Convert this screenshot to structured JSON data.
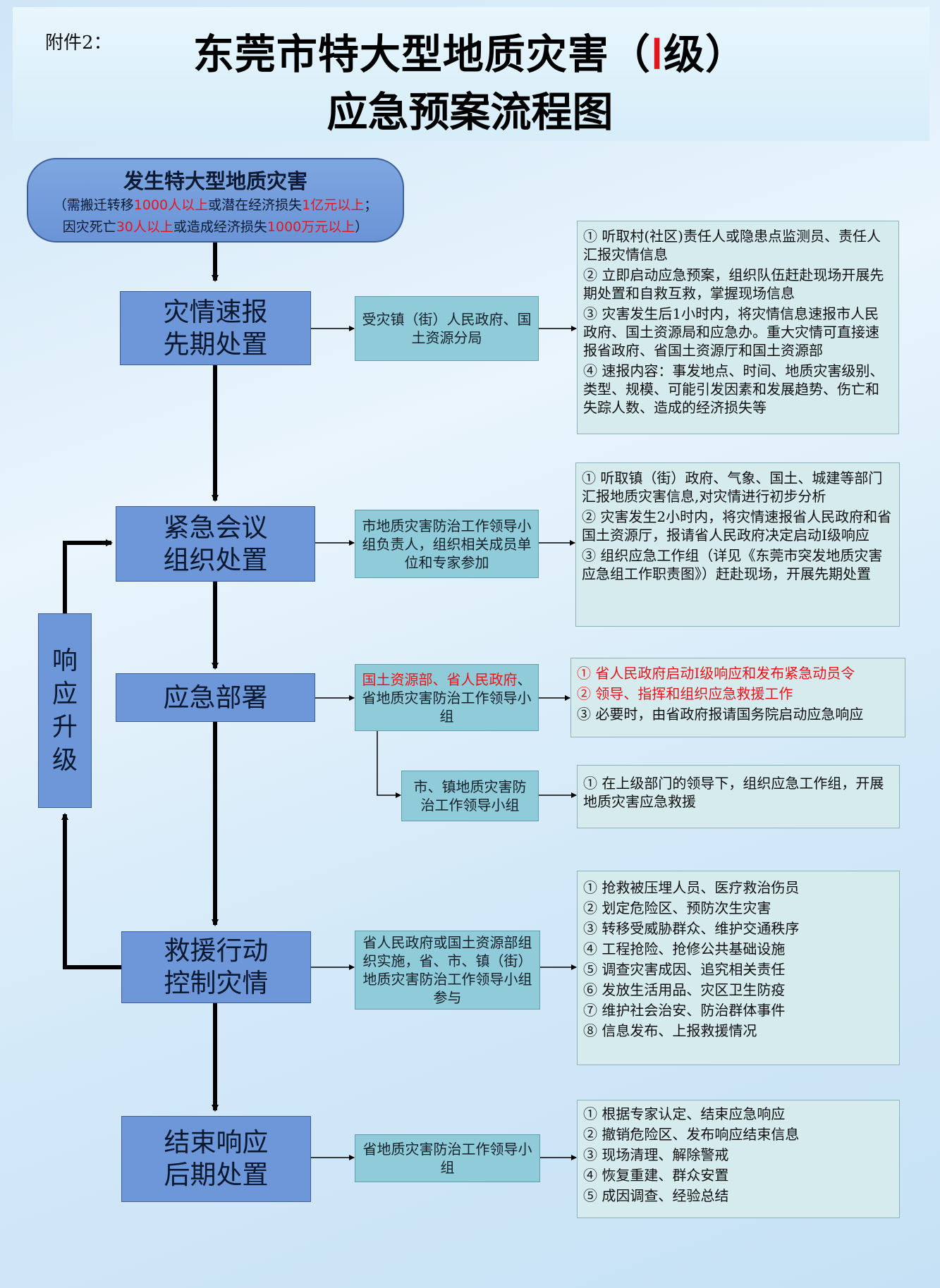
{
  "header": {
    "attachment": "附件2：",
    "title_line1_pre": "东莞市特大型地质灾害（",
    "title_line1_red": "Ⅰ",
    "title_line1_post": "级）",
    "title_line2": "应急预案流程图"
  },
  "start": {
    "title": "发生特大型地质灾害",
    "l1a": "（需搬迁转移",
    "l1b": "1000人以上",
    "l1c": "或潜在经济损失",
    "l1d": "1亿元以上",
    "l1e": "；",
    "l2a": "因灾死亡",
    "l2b": "30人以上",
    "l2c": "或造成经济损失",
    "l2d": "1000万元以上",
    "l2e": "）"
  },
  "steps": [
    {
      "label": "灾情速报\n先期处置"
    },
    {
      "label": "紧急会议\n组织处置"
    },
    {
      "label": "应急部署"
    },
    {
      "label": "救援行动\n控制灾情"
    },
    {
      "label": "结束响应\n后期处置"
    }
  ],
  "responders": {
    "s1": "受灾镇（街）人民政府、国土资源分局",
    "s2": "市地质灾害防治工作领导小组负责人，组织相关成员单位和专家参加",
    "s3_red": "国土资源部、省人民政府",
    "s3_rest": "、省地质灾害防治工作领导小组",
    "s3b": "市、镇地质灾害防治工作领导小组",
    "s4": "省人民政府或国土资源部组织实施，省、市、镇（街）地质灾害防治工作领导小组参与",
    "s5": "省地质灾害防治工作领导小组"
  },
  "details": {
    "s1": [
      "① 听取村(社区)责任人或隐患点监测员、责任人汇报灾情信息",
      "② 立即启动应急预案，组织队伍赶赴现场开展先期处置和自救互救，掌握现场信息",
      "③ 灾害发生后1小时内，将灾情信息速报市人民政府、国土资源局和应急办。重大灾情可直接速报省政府、省国土资源厅和国土资源部",
      "④ 速报内容：事发地点、时间、地质灾害级别、类型、规模、可能引发因素和发展趋势、伤亡和失踪人数、造成的经济损失等"
    ],
    "s2": [
      "① 听取镇（街）政府、气象、国土、城建等部门汇报地质灾害信息,对灾情进行初步分析",
      "② 灾害发生2小时内，将灾情速报省人民政府和省国土资源厅，报请省人民政府决定启动Ⅰ级响应",
      "③ 组织应急工作组（详见《东莞市突发地质灾害应急组工作职责图》）赶赴现场，开展先期处置"
    ],
    "s3_red": [
      "① 省人民政府启动Ⅰ级响应和发布紧急动员令",
      "② 领导、指挥和组织应急救援工作"
    ],
    "s3_black": "③ 必要时，由省政府报请国务院启动应急响应",
    "s3b": [
      "① 在上级部门的领导下，组织应急工作组，开展地质灾害应急救援"
    ],
    "s4": [
      "① 抢救被压埋人员、医疗救治伤员",
      "② 划定危险区、预防次生灾害",
      "③ 转移受威胁群众、维护交通秩序",
      "④ 工程抢险、抢修公共基础设施",
      "⑤ 调查灾害成因、追究相关责任",
      "⑥ 发放生活用品、灾区卫生防疫",
      "⑦ 维护社会治安、防治群体事件",
      "⑧ 信息发布、上报救援情况"
    ],
    "s5": [
      "① 根据专家认定、结束应急响应",
      "② 撤销危险区、发布响应结束信息",
      "③ 现场清理、解除警戒",
      "④ 恢复重建、群众安置",
      "⑤ 成因调查、经验总结"
    ]
  },
  "escalation": [
    "响",
    "应",
    "升",
    "级"
  ]
}
